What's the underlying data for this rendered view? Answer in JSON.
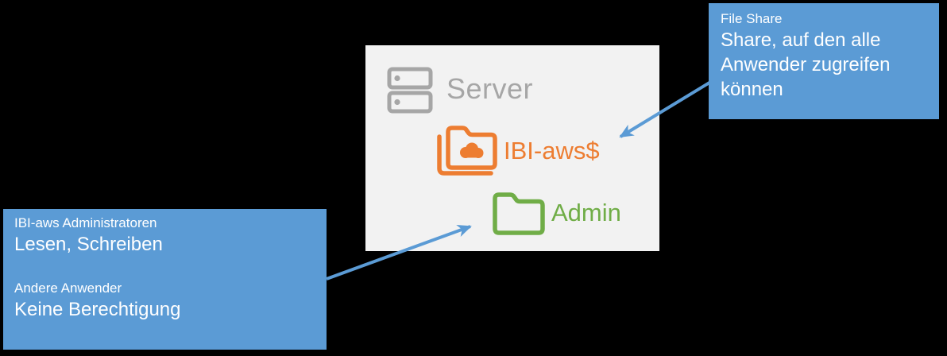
{
  "colors": {
    "background": "#000000",
    "panel_bg": "#F2F2F2",
    "accent_blue": "#5B9BD5",
    "orange": "#ED7D31",
    "green": "#70AD47",
    "gray": "#A6A6A6"
  },
  "server_panel": {
    "server_label": "Server",
    "shares": [
      {
        "name": "IBI-aws$",
        "icon": "shared-cloud-folder-icon",
        "color": "#ED7D31"
      },
      {
        "name": "Admin",
        "icon": "folder-icon",
        "color": "#70AD47"
      }
    ]
  },
  "callouts": {
    "file_share": {
      "title": "File Share",
      "body_line1": "Share, auf den alle",
      "body_line2": "Anwender zugreifen",
      "body_line3": "können"
    },
    "permissions": {
      "entries": [
        {
          "group": "IBI-aws Administratoren",
          "permission": "Lesen, Schreiben"
        },
        {
          "group": "Andere Anwender",
          "permission": "Keine Berechtigung"
        }
      ]
    }
  }
}
